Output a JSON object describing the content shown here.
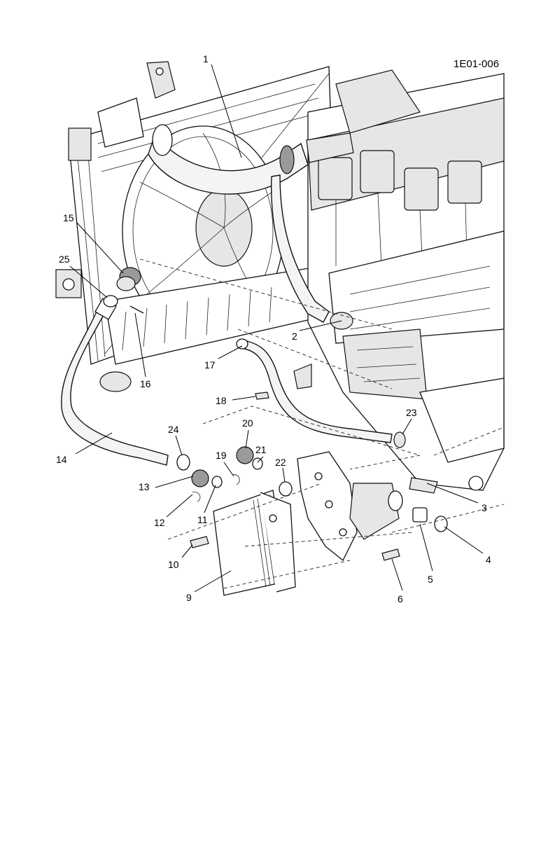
{
  "figure": {
    "id": "1E01-006",
    "callouts": [
      {
        "label": "1"
      },
      {
        "label": "2"
      },
      {
        "label": "3"
      },
      {
        "label": "4"
      },
      {
        "label": "5"
      },
      {
        "label": "6"
      },
      {
        "label": "9"
      },
      {
        "label": "10"
      },
      {
        "label": "11"
      },
      {
        "label": "12"
      },
      {
        "label": "13"
      },
      {
        "label": "14"
      },
      {
        "label": "15"
      },
      {
        "label": "16"
      },
      {
        "label": "17"
      },
      {
        "label": "18"
      },
      {
        "label": "19"
      },
      {
        "label": "20"
      },
      {
        "label": "21"
      },
      {
        "label": "22"
      },
      {
        "label": "23"
      },
      {
        "label": "24"
      },
      {
        "label": "25"
      }
    ]
  }
}
